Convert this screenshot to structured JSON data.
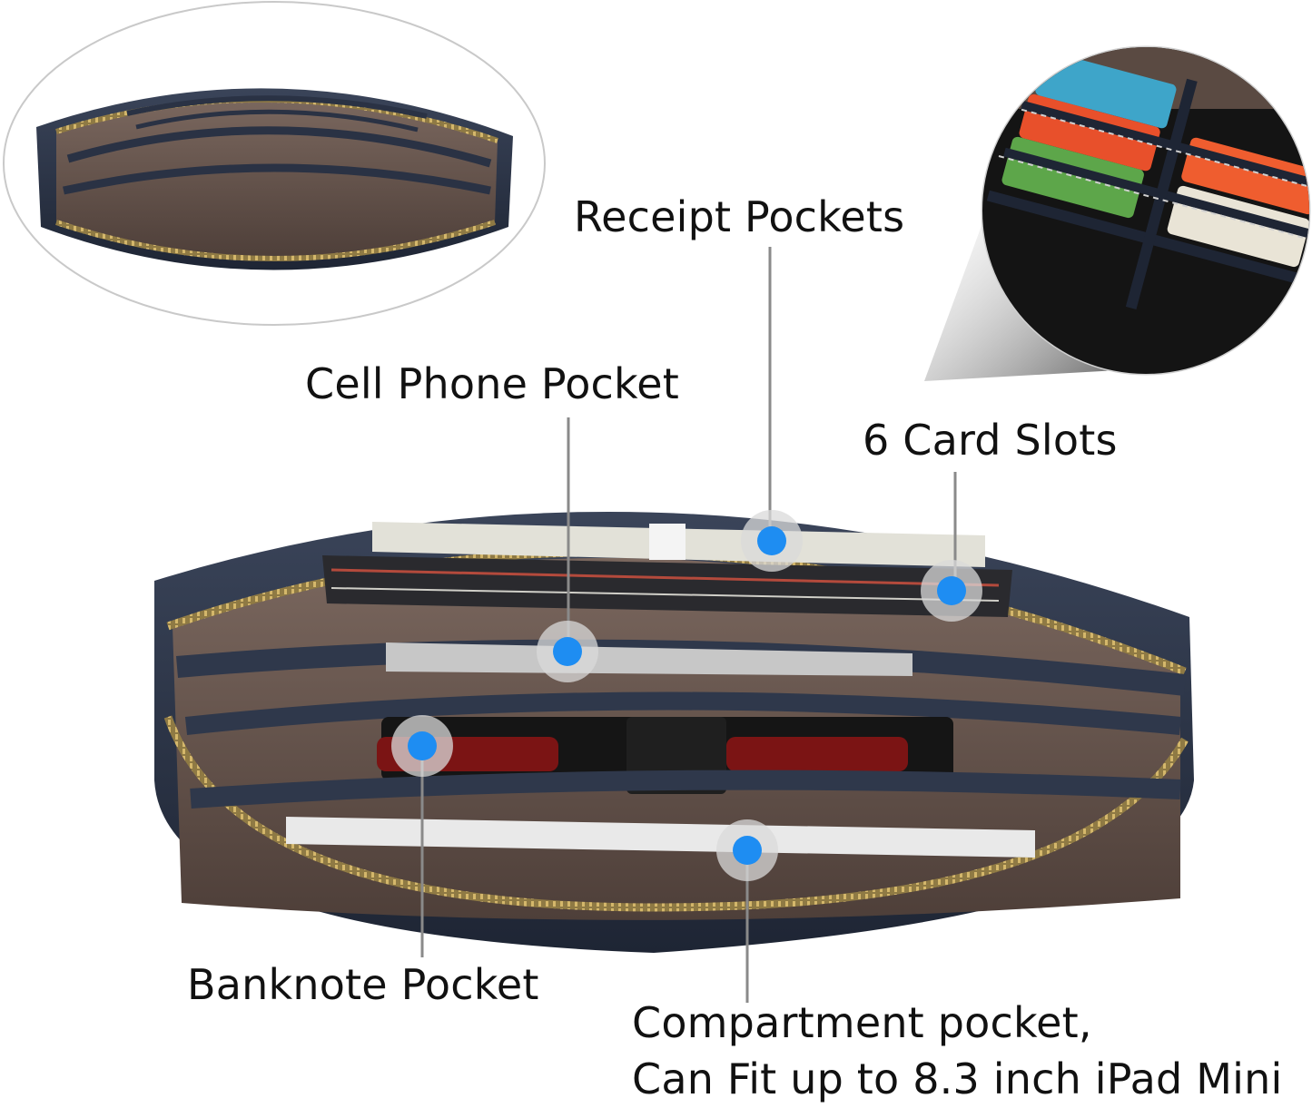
{
  "callouts": {
    "receipt_pockets": "Receipt Pockets",
    "cell_phone_pocket": "Cell Phone Pocket",
    "card_slots": "6 Card Slots",
    "banknote_pocket": "Banknote Pocket",
    "compartment_pocket_line1": "Compartment pocket,",
    "compartment_pocket_line2": "Can Fit up to 8.3 inch iPad Mini"
  },
  "colors": {
    "leather": "#2c3547",
    "leather_dark": "#1b2231",
    "lining": "#6b5a52",
    "zipper": "#b89b5a",
    "marker": "#1e8df2",
    "marker_halo": "#d9d9d9",
    "leader_line": "#8a8a8a"
  }
}
